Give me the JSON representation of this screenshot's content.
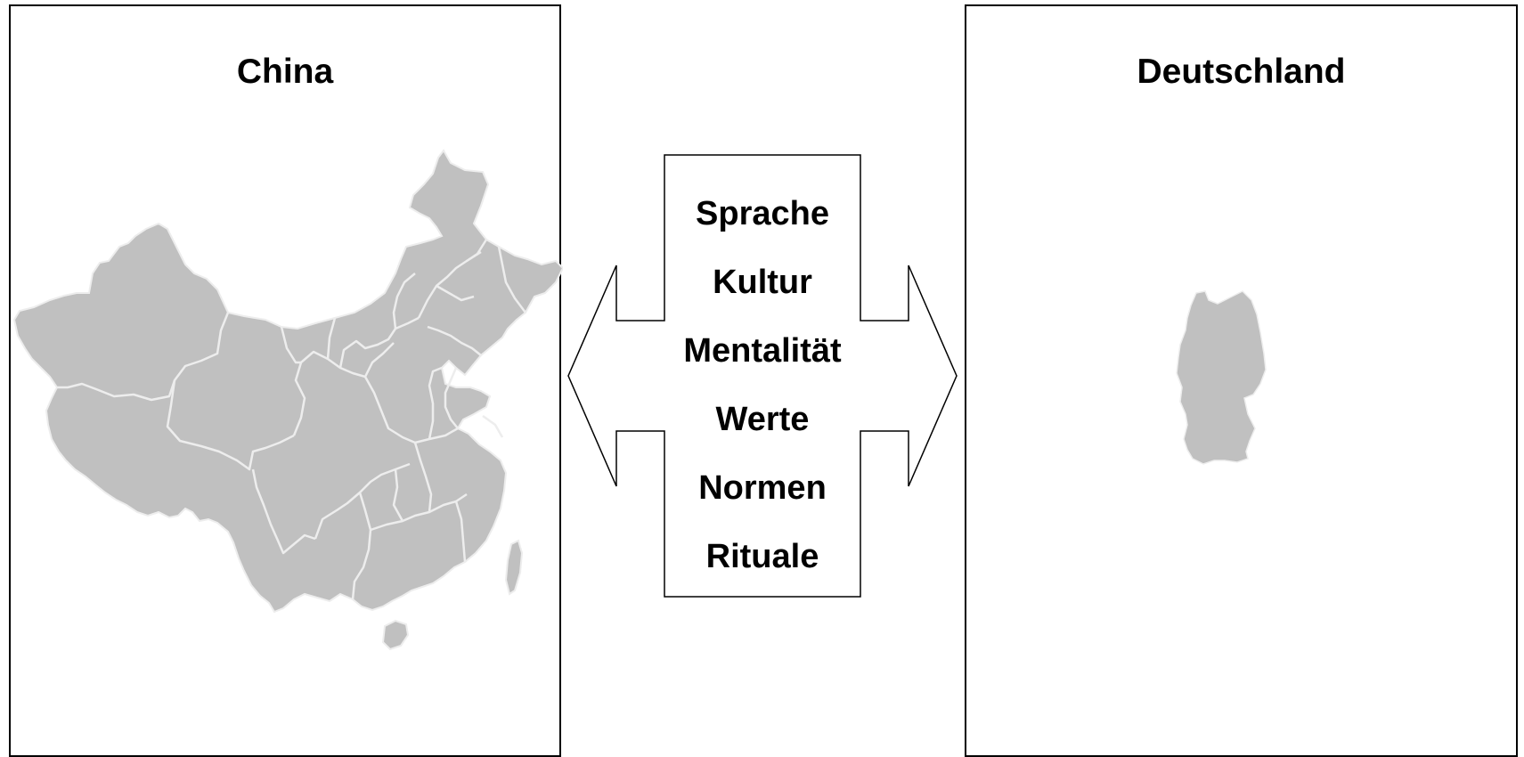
{
  "panels": {
    "left": {
      "title": "China"
    },
    "right": {
      "title": "Deutschland"
    }
  },
  "center": {
    "concepts": [
      "Sprache",
      "Kultur",
      "Mentalität",
      "Werte",
      "Normen",
      "Rituale"
    ]
  },
  "colors": {
    "map_fill": "#c0c0c0",
    "border_line": "#e8e8e8",
    "outline": "#000000"
  },
  "icons": {
    "left_arrow": "left-arrow-shape",
    "right_arrow": "right-arrow-shape",
    "china_map": "china-map-icon",
    "germany_map": "germany-map-icon"
  }
}
